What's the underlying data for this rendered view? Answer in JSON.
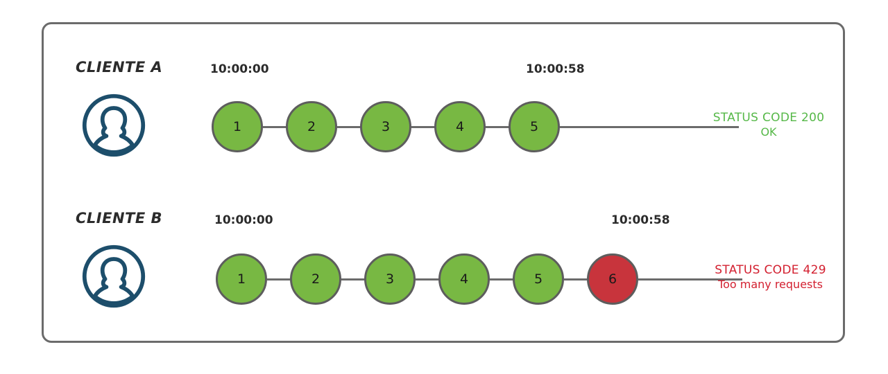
{
  "diagram": {
    "title_present": false,
    "colors": {
      "frame_border": "#6b6b6b",
      "node_ok": "#78b843",
      "node_error": "#c8343c",
      "node_border": "#5d5d5d",
      "avatar": "#1d4e6b",
      "status_ok_text": "#56b848",
      "status_error_text": "#d32030",
      "label_text": "#2b2b2b",
      "background": "#ffffff"
    },
    "rows": [
      {
        "id": "client-a",
        "label": "CLIENTE A",
        "avatar_icon": "user-avatar-icon",
        "start_time": "10:00:00",
        "end_time": "10:00:58",
        "nodes": [
          {
            "label": "1",
            "state": "ok"
          },
          {
            "label": "2",
            "state": "ok"
          },
          {
            "label": "3",
            "state": "ok"
          },
          {
            "label": "4",
            "state": "ok"
          },
          {
            "label": "5",
            "state": "ok"
          }
        ],
        "status": {
          "line1": "STATUS CODE 200",
          "line2": "OK",
          "tone": "green"
        }
      },
      {
        "id": "client-b",
        "label": "CLIENTE B",
        "avatar_icon": "user-avatar-icon",
        "start_time": "10:00:00",
        "end_time": "10:00:58",
        "nodes": [
          {
            "label": "1",
            "state": "ok"
          },
          {
            "label": "2",
            "state": "ok"
          },
          {
            "label": "3",
            "state": "ok"
          },
          {
            "label": "4",
            "state": "ok"
          },
          {
            "label": "5",
            "state": "ok"
          },
          {
            "label": "6",
            "state": "error"
          }
        ],
        "status": {
          "line1": "STATUS CODE 429",
          "line2": "Too many requests",
          "tone": "red"
        }
      }
    ]
  }
}
